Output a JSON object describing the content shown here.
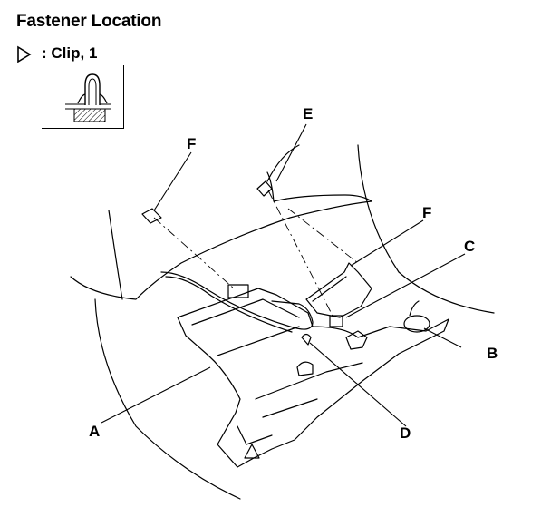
{
  "title": "Fastener Location",
  "legend": {
    "text": ": Clip, 1"
  },
  "callouts": {
    "A": "A",
    "B": "B",
    "C": "C",
    "D": "D",
    "E": "E",
    "F_left": "F",
    "F_right": "F"
  }
}
